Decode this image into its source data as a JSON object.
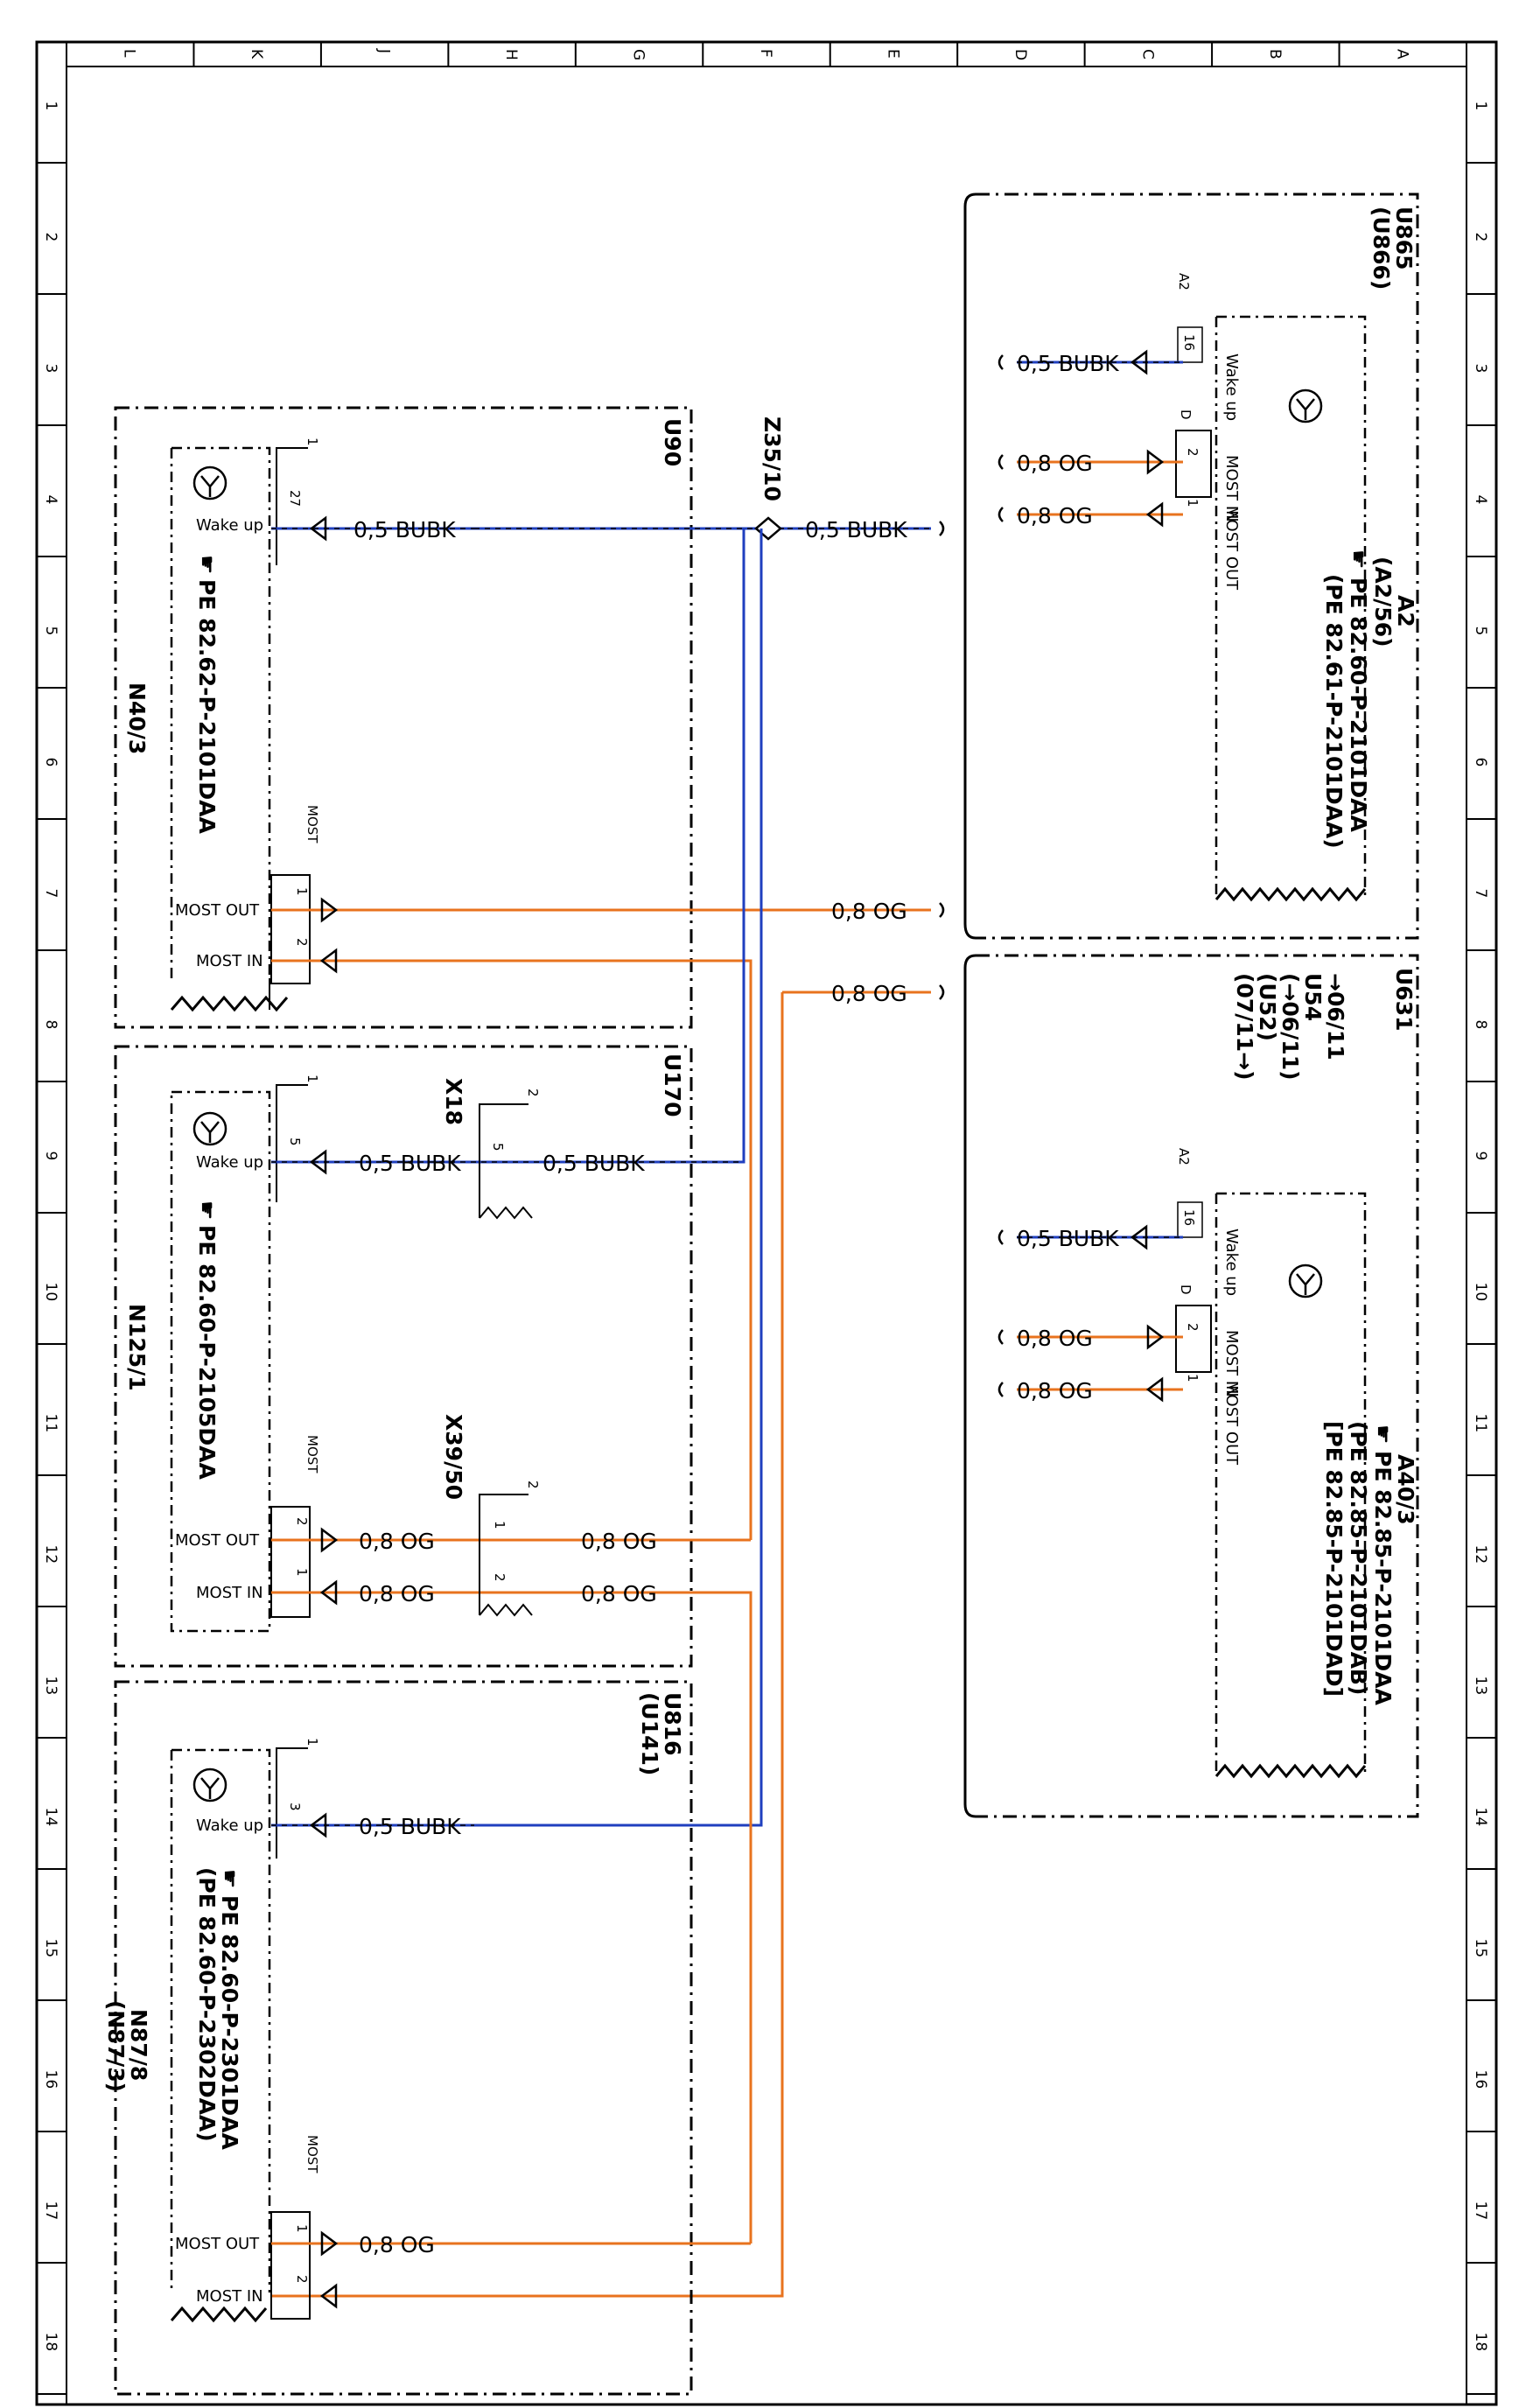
{
  "border": {
    "columns": [
      "L",
      "K",
      "J",
      "H",
      "G",
      "F",
      "E",
      "D",
      "C",
      "B",
      "A"
    ],
    "rows": [
      "1",
      "2",
      "3",
      "4",
      "5",
      "6",
      "7",
      "8",
      "9",
      "10",
      "11",
      "12",
      "13",
      "14",
      "15",
      "16",
      "17",
      "18"
    ]
  },
  "components": {
    "u865": {
      "code": "U865",
      "alt": "(U866)"
    },
    "a2": {
      "name": "A2",
      "alt": "(A2/56)",
      "ref1": "PE 82.60-P-2101DAA",
      "ref2": "(PE 82.61-P-2101DAA)",
      "connector": "A2",
      "pin_wake": "16",
      "pin_in": "2",
      "pin_out": "1",
      "conn2": "D",
      "wake": "Wake up",
      "most_in": "MOST IN",
      "most_out": "MOST OUT"
    },
    "u631": {
      "code": "U631",
      "l1": "→06/11",
      "l2": "U54",
      "l3": "(→06/11)",
      "l4": "(U52)",
      "l5": "(07/11→)"
    },
    "a40_3": {
      "name": "A40/3",
      "ref1": "PE 82.85-P-2101DAA",
      "ref2": "(PE 82.85-P-2101DAB)",
      "ref3": "[PE 82.85-P-2101DAD]",
      "connector": "A2",
      "pin_wake": "16",
      "pin_in": "2",
      "pin_out": "1",
      "conn2": "D",
      "wake": "Wake up",
      "most_in": "MOST IN",
      "most_out": "MOST OUT"
    },
    "u90": {
      "code": "U90"
    },
    "n40_3": {
      "name": "N40/3",
      "ref": "PE 82.62-P-2101DAA",
      "conn_top": "1",
      "pin_wake": "27",
      "conn_most": "MOST",
      "pin_out": "1",
      "pin_in": "2",
      "wake": "Wake up",
      "most_out": "MOST OUT",
      "most_in": "MOST IN"
    },
    "z35_10": {
      "name": "Z35/10"
    },
    "u170": {
      "code": "U170"
    },
    "x18": {
      "name": "X18",
      "pin": "5",
      "top": "2"
    },
    "n125_1": {
      "name": "N125/1",
      "ref": "PE 82.60-P-2105DAA",
      "conn_top": "1",
      "pin_wake": "5",
      "conn_most": "MOST",
      "pin_out": "2",
      "pin_in": "1",
      "wake": "Wake up",
      "most_out": "MOST OUT",
      "most_in": "MOST IN"
    },
    "x39_50": {
      "name": "X39/50",
      "top": "2",
      "pin1": "1",
      "pin2": "2"
    },
    "u816": {
      "code": "U816",
      "alt": "(U141)"
    },
    "n87_8": {
      "name": "N87/8",
      "alt": "(N87/3)",
      "ref1": "PE 82.60-P-2301DAA",
      "ref2": "(PE 82.60-P-2302DAA)",
      "conn_top": "1",
      "pin_wake": "3",
      "conn_most": "MOST",
      "pin_out": "1",
      "pin_in": "2",
      "wake": "Wake up",
      "most_out": "MOST OUT",
      "most_in": "MOST IN"
    }
  },
  "wires": {
    "bubk": "0,5 BUBK",
    "og": "0,8 OG"
  },
  "colors": {
    "blue_wire": "#1f3fbf",
    "orange_wire": "#e8731e",
    "black": "#000000"
  }
}
